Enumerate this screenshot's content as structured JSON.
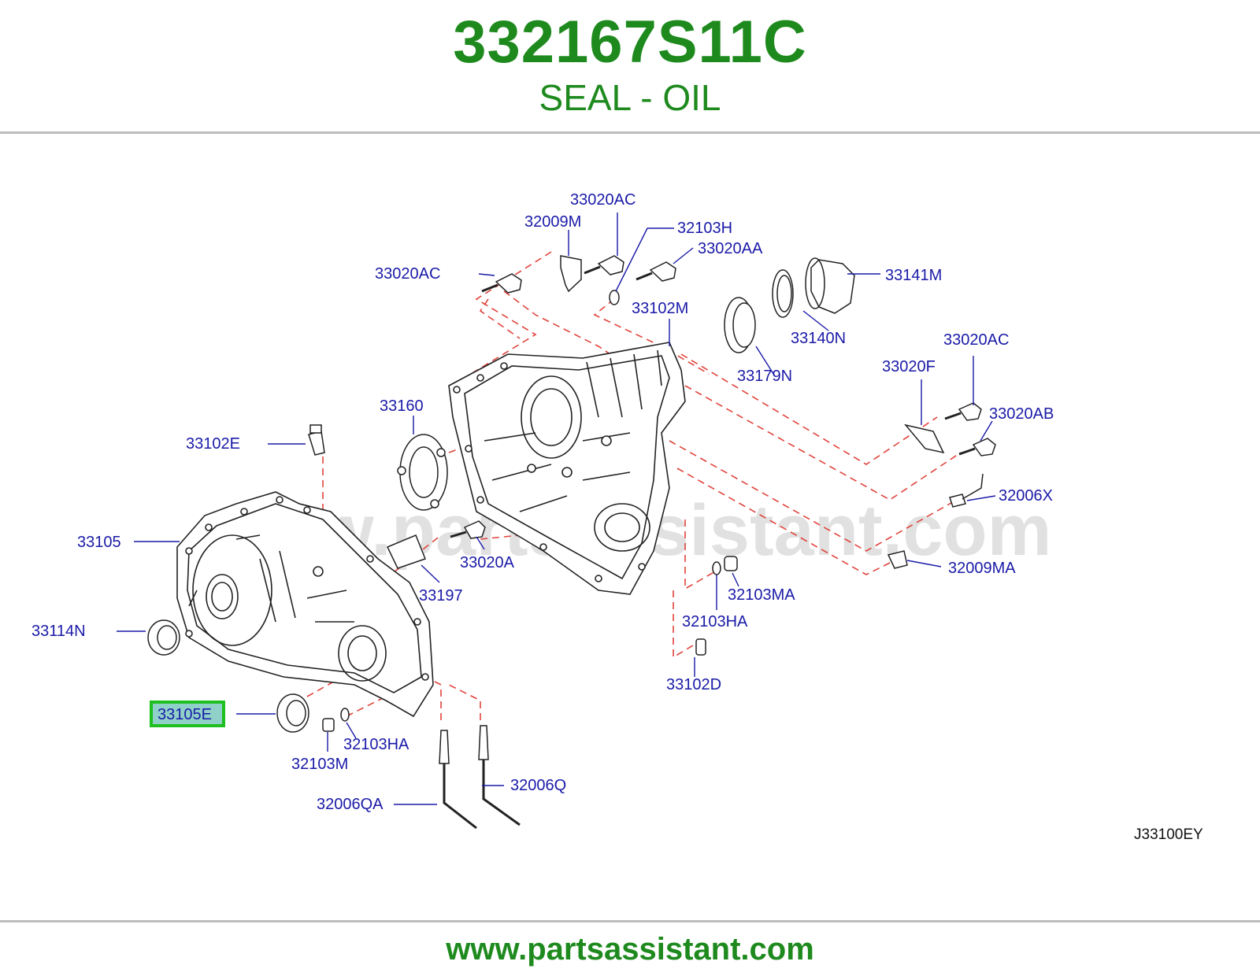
{
  "header": {
    "part_number": "332167S11C",
    "part_name": "SEAL - OIL"
  },
  "diagram": {
    "watermark": "www.partsassistant.com",
    "figure_code": "J33100EY",
    "highlighted_part": "33105E",
    "callouts": {
      "c33020AC_top": "33020AC",
      "c32009M": "32009M",
      "c32103H": "32103H",
      "c33020AA": "33020AA",
      "c33020AC_left": "33020AC",
      "c33141M": "33141M",
      "c33102M": "33102M",
      "c33140N": "33140N",
      "c33179N": "33179N",
      "c33020F": "33020F",
      "c33020AC_right": "33020AC",
      "c33020AB": "33020AB",
      "c33160": "33160",
      "c33102E": "33102E",
      "c32006X": "32006X",
      "c33105": "33105",
      "c33020A": "33020A",
      "c32009MA": "32009MA",
      "c33197": "33197",
      "c32103MA": "32103MA",
      "c33114N": "33114N",
      "c32103HA_mid": "32103HA",
      "c33102D": "33102D",
      "c33105E": "33105E",
      "c32103HA_low": "32103HA",
      "c32103M": "32103M",
      "c32006Q": "32006Q",
      "c32006QA": "32006QA"
    }
  },
  "footer": {
    "site_link": "www.partsassistant.com"
  },
  "colors": {
    "brand_green": "#1e8a1e",
    "callout_blue": "#1a1aa8",
    "highlight_green": "#1fbf1f",
    "highlight_fill": "#8fd1c8",
    "dashed_red": "#e0443c"
  }
}
